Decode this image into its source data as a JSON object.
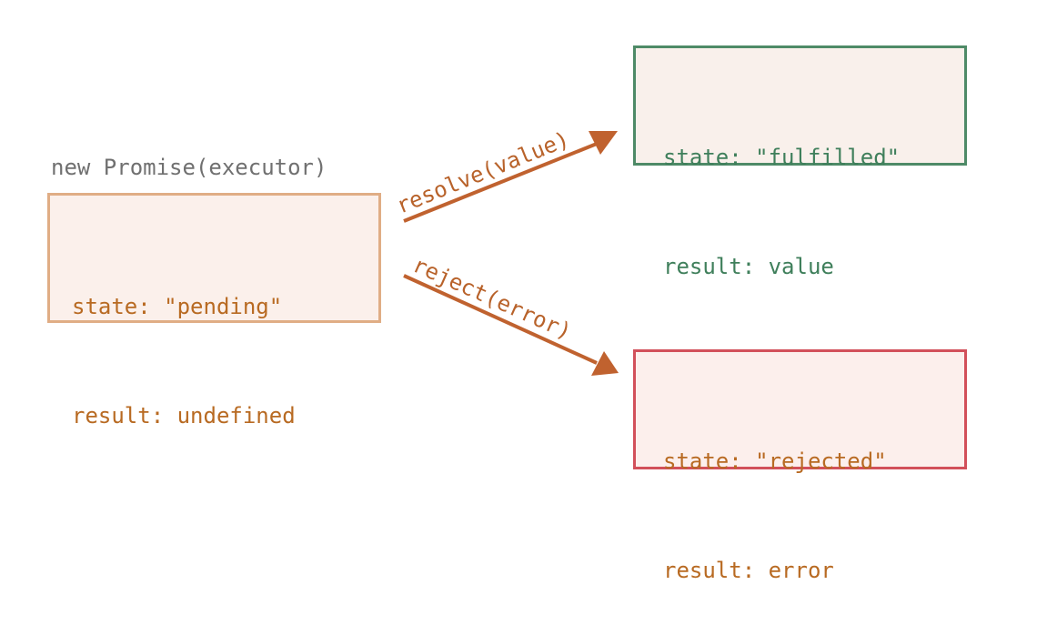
{
  "constructor_label": "new Promise(executor)",
  "pending": {
    "state_line": "state: \"pending\"",
    "result_line": "result: undefined"
  },
  "fulfilled": {
    "state_line": "state: \"fulfilled\"",
    "result_line": "result: value"
  },
  "rejected": {
    "state_line": "state: \"rejected\"",
    "result_line": "result: error"
  },
  "transitions": {
    "resolve_label": "resolve(value)",
    "reject_label": "reject(error)"
  },
  "colors": {
    "arrow": "#c0622f",
    "pending_border": "#e0ad85",
    "fulfilled_border": "#4e8a67",
    "rejected_border": "#d2505a"
  }
}
